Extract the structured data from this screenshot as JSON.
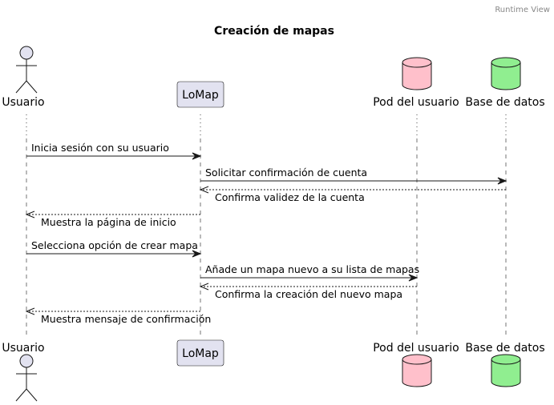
{
  "header": "Runtime View",
  "title": "Creación de mapas",
  "colors": {
    "participant_fill": "#E2E2F0",
    "pod_fill": "#FFC0CB",
    "db_fill": "#90EE90",
    "line": "#181818"
  },
  "participants": [
    {
      "id": "usuario",
      "name": "Usuario",
      "kind": "actor"
    },
    {
      "id": "lomap",
      "name": "LoMap",
      "kind": "participant"
    },
    {
      "id": "pod",
      "name": "Pod del usuario",
      "kind": "database"
    },
    {
      "id": "bd",
      "name": "Base de datos",
      "kind": "database"
    }
  ],
  "messages": [
    {
      "from": "usuario",
      "to": "lomap",
      "text": "Inicia sesión con su usuario",
      "style": "solid"
    },
    {
      "from": "lomap",
      "to": "bd",
      "text": "Solicitar confirmación de cuenta",
      "style": "solid"
    },
    {
      "from": "bd",
      "to": "lomap",
      "text": "Confirma validez de la cuenta",
      "style": "dashed"
    },
    {
      "from": "lomap",
      "to": "usuario",
      "text": "Muestra la página de inicio",
      "style": "dashed"
    },
    {
      "from": "usuario",
      "to": "lomap",
      "text": "Selecciona opción de crear mapa",
      "style": "solid"
    },
    {
      "from": "lomap",
      "to": "pod",
      "text": "Añade un mapa nuevo a su lista de mapas",
      "style": "solid"
    },
    {
      "from": "pod",
      "to": "lomap",
      "text": "Confirma la creación del nuevo mapa",
      "style": "dashed"
    },
    {
      "from": "lomap",
      "to": "usuario",
      "text": "Muestra mensaje de confirmación",
      "style": "dashed"
    }
  ]
}
